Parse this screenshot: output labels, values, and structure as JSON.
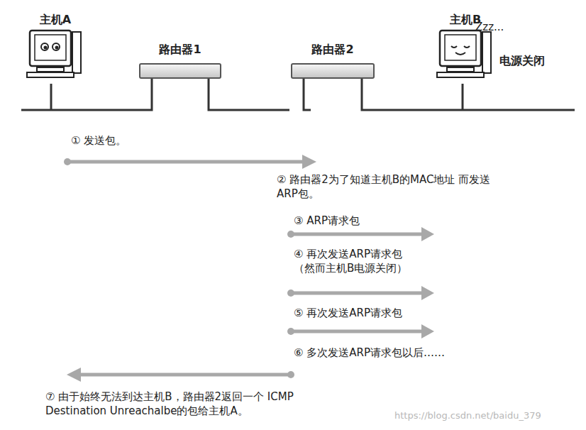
{
  "diagram": {
    "nodes": [
      {
        "text": [
          "主机A"
        ]
      },
      {
        "text": [
          "路由器1"
        ]
      },
      {
        "text": [
          "路由器2"
        ]
      },
      {
        "text": [
          "主机B"
        ]
      }
    ],
    "edges": [
      {
        "from": 0,
        "to": 1,
        "arrow": "none"
      },
      {
        "from": 1,
        "to": 2,
        "arrow": "none"
      },
      {
        "from": 2,
        "to": 3,
        "arrow": "none"
      }
    ],
    "labels": [
      "Zzz...",
      "电源关闭",
      "① 发送包。",
      "② 路由器2为了知道主机B的MAC地址 而发送ARP包。",
      "③ ARP请求包",
      "④ 再次发送ARP请求包 （然而主机B电源关闭）",
      "⑤ 再次发送ARP请求包",
      "⑥ 多次发送ARP请求包以后……",
      "⑦ 由于始终无法到达主机B，路由器2返回一个 ICMP Destination Unreachalbe的包给主机A。",
      "https://blog.csdn.net/baidu_379"
    ]
  }
}
